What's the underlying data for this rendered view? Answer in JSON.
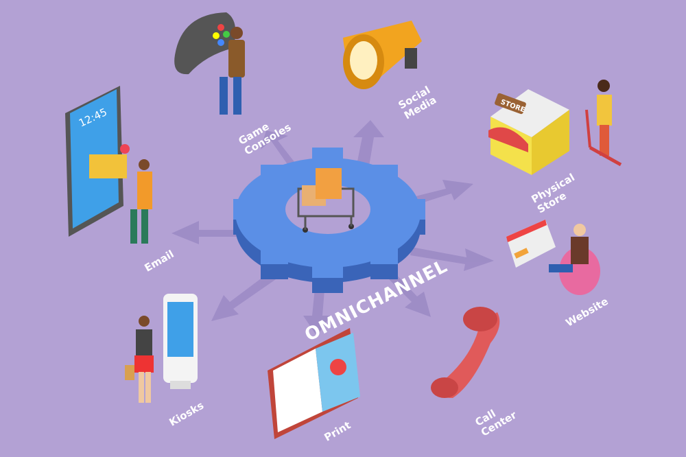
{
  "title": "OMNICHANNEL",
  "channels": [
    {
      "label": "Game\nConsoles"
    },
    {
      "label": "Social\nMedia"
    },
    {
      "label": "Physical\nStore"
    },
    {
      "label": "Email"
    },
    {
      "label": "Website"
    },
    {
      "label": "Kiosks"
    },
    {
      "label": "Print"
    },
    {
      "label": "Call\nCenter"
    }
  ],
  "phone": {
    "time": "12:45"
  },
  "store_sign": "STORE",
  "colors": {
    "background": "#b3a1d4",
    "gear": "#4f86e0",
    "arrow": "#9b88c4",
    "accent_orange": "#f2a41f",
    "phone_red": "#e05a5a"
  }
}
